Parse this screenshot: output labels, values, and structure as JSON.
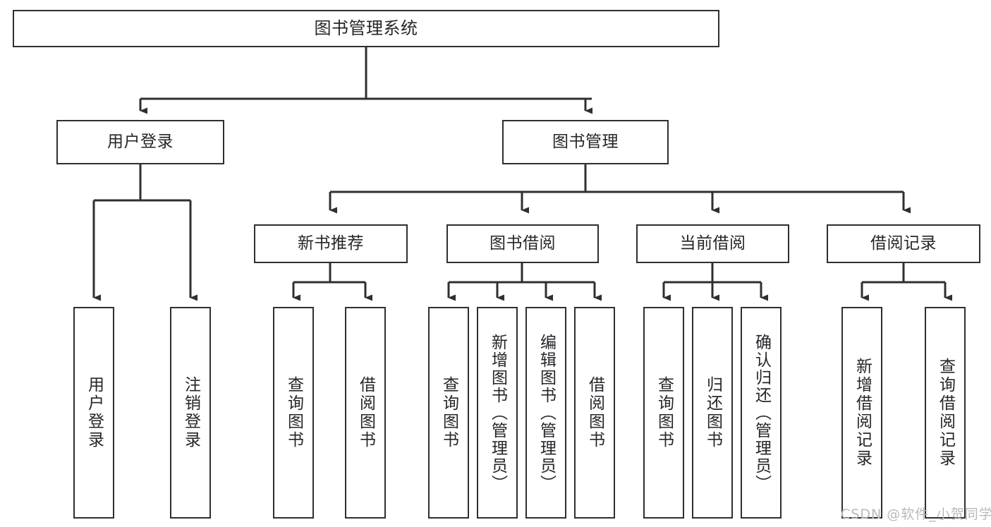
{
  "diagram": {
    "title": "图书管理系统",
    "type": "tree-hierarchy-chart",
    "accent_color": "#2f2f2f",
    "text_color": "#26262b",
    "background_color": "#ffffff",
    "watermark": "CSDN @软件_小贺同学",
    "nodes": {
      "root": {
        "label": "图书管理系统"
      },
      "level2": [
        {
          "label": "用户登录"
        },
        {
          "label": "图书管理"
        }
      ],
      "level3": [
        {
          "label": "新书推荐"
        },
        {
          "label": "图书借阅"
        },
        {
          "label": "当前借阅"
        },
        {
          "label": "借阅记录"
        }
      ],
      "leaves": {
        "user_login": [
          {
            "label": "用户登录"
          },
          {
            "label": "注销登录"
          }
        ],
        "new_book_recommend": [
          {
            "label": "查询图书"
          },
          {
            "label": "借阅图书"
          }
        ],
        "book_borrow": [
          {
            "label": "查询图书"
          },
          {
            "label": "新增图书（管理员）"
          },
          {
            "label": "编辑图书（管理员）"
          },
          {
            "label": "借阅图书"
          }
        ],
        "current_borrow": [
          {
            "label": "查询图书"
          },
          {
            "label": "归还图书"
          },
          {
            "label": "确认归还（管理员）"
          }
        ],
        "borrow_record": [
          {
            "label": "新增借阅记录"
          },
          {
            "label": "查询借阅记录"
          }
        ]
      }
    }
  }
}
